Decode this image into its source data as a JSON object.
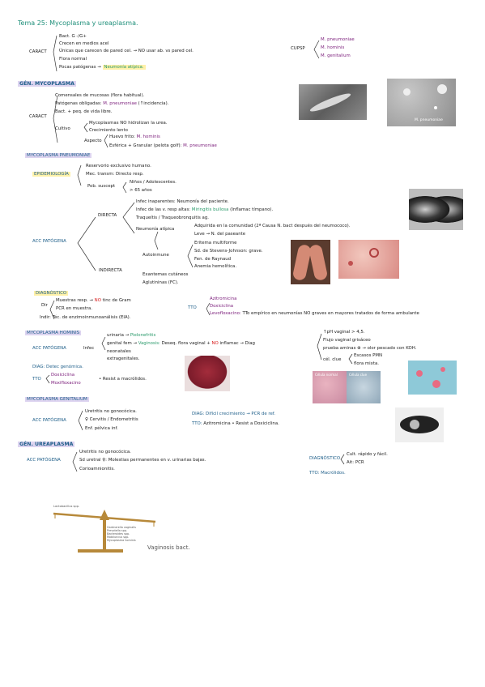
{
  "title": "Tema 25: Mycoplasma y ureaplasma.",
  "carac": {
    "label": "CARACT",
    "items": [
      "Bact. G -/G+",
      "Crecen en medios acel",
      "Únicas que carecen de pared cel. → NO usar ab. vs pared cel.",
      "Flora normal",
      "Pocas patógenas →"
    ],
    "pocas_link": "Neumonía atípica."
  },
  "cupsp": {
    "label": "CUPSP",
    "items": [
      "M. pneumoniae",
      "M. hominis",
      "M. genitalium"
    ]
  },
  "gen_myco": {
    "header": "GÉN. MYCOPLASMA",
    "label": "CARACT",
    "items": [
      "Comensales de mucosas (flora habitual).",
      "Patógenas obligadas:",
      "Bact. + peq. de vida libre."
    ],
    "patog_name": "M. pneumoniae",
    "patog_suffix": "(↑incidencia).",
    "cultivo_label": "Cultivo",
    "cultivo_items": [
      "Mycoplasmas NO hidrolizan la urea.",
      "Crecimiento lento"
    ],
    "aspecto_label": "Aspecto",
    "aspecto_items": [
      "Huevo frito:",
      "Esférica + Granular (pelota golf):"
    ],
    "huevo_name": "M. hominis",
    "esferica_name": "M. pneumoniae",
    "photo_caption": "M. pneumoniae"
  },
  "pneumoniae": {
    "header": "MYCOPLASMA PNEUMONIAE",
    "epid_label": "EPIDEMIOLOGÍA",
    "epid_items": [
      "Reservorio exclusivo humano.",
      "Mec. transm: Directo resp.",
      "Pob. suscept"
    ],
    "pob_items": [
      "Niños / Adolescentes.",
      "> 65 años"
    ],
    "acc_label": "ACC PATÓGENA",
    "directa_label": "DIRECTA",
    "directa_items": [
      "Infec inaparentes: Neumonía del paciente.",
      "Infec de las v. resp altas:",
      "Traqueítis / Traqueobronquitis ag.",
      "Neumonía atípica"
    ],
    "miringitis": "Miringitis bullosa",
    "miringitis_suffix": "(Inflamac tímpano).",
    "atipica_items": [
      "Adquirida en la comunidad (2ª Causa N. bact después del neumococo).",
      "Leve → N. del paseante"
    ],
    "indirecta_label": "INDIRECTA",
    "autoinmune_label": "Autoinmune",
    "autoinmune_items": [
      "Eritema multiforme",
      "Sd. de Stevens-Johnson: grave.",
      "Fen. de Raynaud",
      "Anemia hemolítica."
    ],
    "indirecta_extra": [
      "Exantemas cutáneos",
      "Aglutininas (FC)."
    ],
    "diag_label": "DIAGNÓSTICO",
    "dir_label": "Dir",
    "dir_items": [
      "Muestras resp. →",
      "PCR en muestra."
    ],
    "no_text": "NO",
    "tincion": "tinc de Gram",
    "indir": "Indir: Téc. de enzimoinmunoanálisis (EIA).",
    "tto_label": "TTO",
    "tto_items": [
      "Azitromicina",
      "Doxiciclina",
      "Levofloxacino:"
    ],
    "levo_suffix": "TTo empírico en neumonías NO graves en mayores tratados de forma ambulante"
  },
  "hominis": {
    "header": "MYCOPLASMA HOMINIS",
    "acc_label": "ACC PATÓGENA",
    "infec": "Infec",
    "urinaria": "urinaria →",
    "pielo": "Pielonefritis",
    "genital": "genital fem →",
    "vaginosis": "Vaginosis:",
    "vaginosis_text": "Deseq. flora vaginal +",
    "no_text": "NO",
    "vag_tail": "inflamac → Diag",
    "diag_items": [
      "↑pH vaginal > 4,5.",
      "Flujo vaginal grisáceo",
      "prueba aminas ⊕ → olor pescado con KOH.",
      "cél. clue",
      "Escasos PMN",
      "flora mixta."
    ],
    "extra": [
      "neonatales",
      "extragenitales."
    ],
    "diag": "DIAG: Detec genómica.",
    "tto_label": "TTO",
    "tto_items": [
      "Doxiciclina",
      "Moxifloxacino"
    ],
    "resist": "• Resist a macrólidos.",
    "photo_labels": [
      "Célula normal",
      "Célula clue"
    ]
  },
  "genitalium": {
    "header": "MYCOPLASMA GENITALIUM",
    "acc_label": "ACC PATÓGENA",
    "items": [
      "Uretritis no gonocócica.",
      "♀ Cervitis / Endometritis",
      "Enf. pélvica inf."
    ],
    "diag": "DIAG: Difícil crecimiento → PCR de ref.",
    "tto_label": "TTO:",
    "tto": "Azitromicina • Resist a Doxiciclina."
  },
  "ureaplasma": {
    "header": "GÉN. UREAPLASMA",
    "acc_label": "ACC PATÓGENA",
    "items": [
      "Uretritis no gonocócica.",
      "Sd uretral ♀: Molestias permanentes en v. urinarias bajas.",
      "Corioamnionitis."
    ],
    "diag_label": "DIAGNÓSTICO",
    "diag_items": [
      "Cult. rápido y fácil.",
      "Ait: PCR"
    ],
    "tto": "TTO: Macrólidos."
  },
  "balance": {
    "left": "Lactobacillus spp.",
    "right_items": [
      "Gardnerella vaginalis",
      "Prevotella spp.",
      "Bacteroides spp.",
      "Mobiluncus spp.",
      "Mycoplasma hominis"
    ],
    "caption": "Vaginosis bact."
  }
}
